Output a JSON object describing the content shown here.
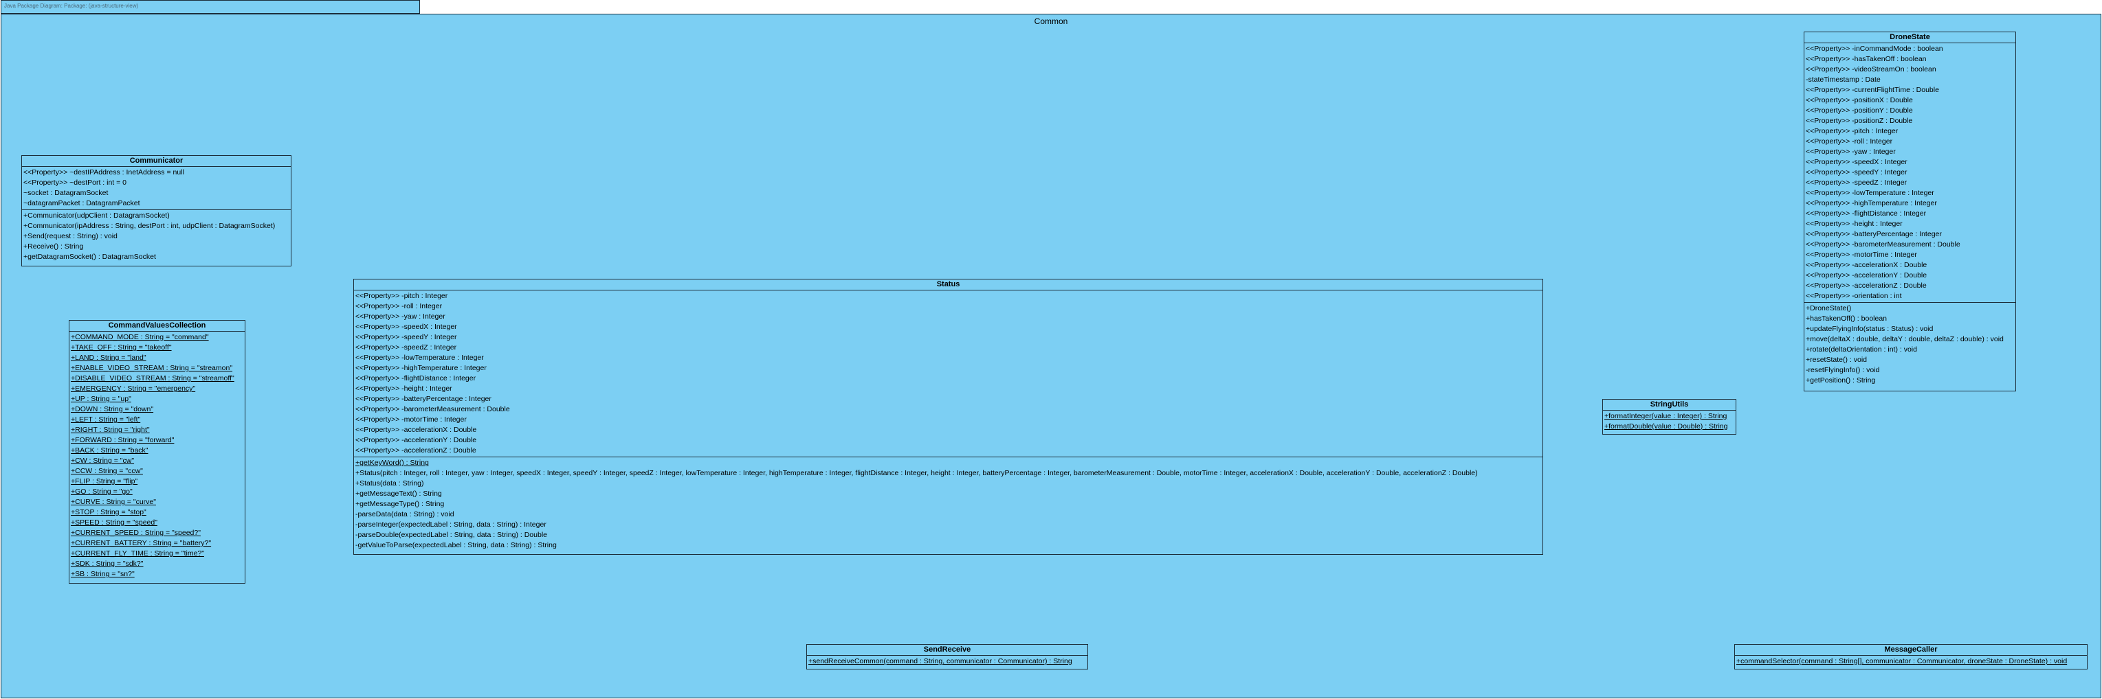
{
  "header": {
    "text": "Java Package Diagram: Package: (java-structure-view)"
  },
  "package": {
    "name": "Common"
  },
  "classes": {
    "communicator": {
      "name": "Communicator",
      "attributes": [
        "<<Property>> ~destIPAddress : InetAddress = null",
        "<<Property>> ~destPort : int = 0",
        "~socket : DatagramSocket",
        "~datagramPacket : DatagramPacket"
      ],
      "methods": [
        "+Communicator(udpClient : DatagramSocket)",
        "+Communicator(ipAddress : String, destPort : int, udpClient : DatagramSocket)",
        "+Send(request : String) : void",
        "+Receive() : String",
        "+getDatagramSocket() : DatagramSocket"
      ]
    },
    "commandValues": {
      "name": "CommandValuesCollection",
      "attributes": [
        "+COMMAND_MODE : String = \"command\"",
        "+TAKE_OFF : String = \"takeoff\"",
        "+LAND : String = \"land\"",
        "+ENABLE_VIDEO_STREAM : String = \"streamon\"",
        "+DISABLE_VIDEO_STREAM : String = \"streamoff\"",
        "+EMERGENCY : String = \"emergency\"",
        "+UP : String = \"up\"",
        "+DOWN : String = \"down\"",
        "+LEFT : String = \"left\"",
        "+RIGHT : String = \"right\"",
        "+FORWARD : String = \"forward\"",
        "+BACK : String = \"back\"",
        "+CW : String = \"cw\"",
        "+CCW : String = \"ccw\"",
        "+FLIP : String = \"flip\"",
        "+GO : String = \"go\"",
        "+CURVE : String = \"curve\"",
        "+STOP : String = \"stop\"",
        "+SPEED : String = \"speed\"",
        "+CURRENT_SPEED : String = \"speed?\"",
        "+CURRENT_BATTERY : String = \"battery?\"",
        "+CURRENT_FLY_TIME : String = \"time?\"",
        "+SDK : String = \"sdk?\"",
        "+SB : String = \"sn?\""
      ]
    },
    "status": {
      "name": "Status",
      "attributes": [
        "<<Property>> -pitch : Integer",
        "<<Property>> -roll : Integer",
        "<<Property>> -yaw : Integer",
        "<<Property>> -speedX : Integer",
        "<<Property>> -speedY : Integer",
        "<<Property>> -speedZ : Integer",
        "<<Property>> -lowTemperature : Integer",
        "<<Property>> -highTemperature : Integer",
        "<<Property>> -flightDistance : Integer",
        "<<Property>> -height : Integer",
        "<<Property>> -batteryPercentage : Integer",
        "<<Property>> -barometerMeasurement : Double",
        "<<Property>> -motorTime : Integer",
        "<<Property>> -accelerationX : Double",
        "<<Property>> -accelerationY : Double",
        "<<Property>> -accelerationZ : Double"
      ],
      "methods": [
        "+getKeyWord() : String",
        "+Status(pitch : Integer, roll : Integer, yaw : Integer, speedX : Integer, speedY : Integer, speedZ : Integer, lowTemperature : Integer, highTemperature : Integer, flightDistance : Integer, height : Integer, batteryPercentage : Integer, barometerMeasurement : Double, motorTime : Integer, accelerationX : Double, accelerationY : Double, accelerationZ : Double)",
        "+Status(data : String)",
        "+getMessageText() : String",
        "+getMessageType() : String",
        "-parseData(data : String) : void",
        "-parseInteger(expectedLabel : String, data : String) : Integer",
        "-parseDouble(expectedLabel : String, data : String) : Double",
        "-getValueToParse(expectedLabel : String, data : String) : String"
      ]
    },
    "droneState": {
      "name": "DroneState",
      "attributes": [
        "<<Property>> -inCommandMode : boolean",
        "<<Property>> -hasTakenOff : boolean",
        "<<Property>> -videoStreamOn : boolean",
        "-stateTimestamp : Date",
        "<<Property>> -currentFlightTime : Double",
        "<<Property>> -positionX : Double",
        "<<Property>> -positionY : Double",
        "<<Property>> -positionZ : Double",
        "<<Property>> -pitch : Integer",
        "<<Property>> -roll : Integer",
        "<<Property>> -yaw : Integer",
        "<<Property>> -speedX : Integer",
        "<<Property>> -speedY : Integer",
        "<<Property>> -speedZ : Integer",
        "<<Property>> -lowTemperature : Integer",
        "<<Property>> -highTemperature : Integer",
        "<<Property>> -flightDistance : Integer",
        "<<Property>> -height : Integer",
        "<<Property>> -batteryPercentage : Integer",
        "<<Property>> -barometerMeasurement : Double",
        "<<Property>> -motorTime : Integer",
        "<<Property>> -accelerationX : Double",
        "<<Property>> -accelerationY : Double",
        "<<Property>> -accelerationZ : Double",
        "<<Property>> -orientation : int"
      ],
      "methods": [
        "+DroneState()",
        "+hasTakenOff() : boolean",
        "+updateFlyingInfo(status : Status) : void",
        "+move(deltaX : double, deltaY : double, deltaZ : double) : void",
        "+rotate(deltaOrientation : int) : void",
        "+resetState() : void",
        "-resetFlyingInfo() : void",
        "+getPosition() : String"
      ]
    },
    "stringUtils": {
      "name": "StringUtils",
      "methods": [
        "+formatInteger(value : Integer) : String",
        "+formatDouble(value : Double) : String"
      ]
    },
    "sendReceive": {
      "name": "SendReceive",
      "methods": [
        "+sendReceiveCommon(command : String, communicator : Communicator) : String"
      ]
    },
    "messageCaller": {
      "name": "MessageCaller",
      "methods": [
        "+commandSelector(command : String[], communicator : Communicator, droneState : DroneState) : void"
      ]
    }
  }
}
